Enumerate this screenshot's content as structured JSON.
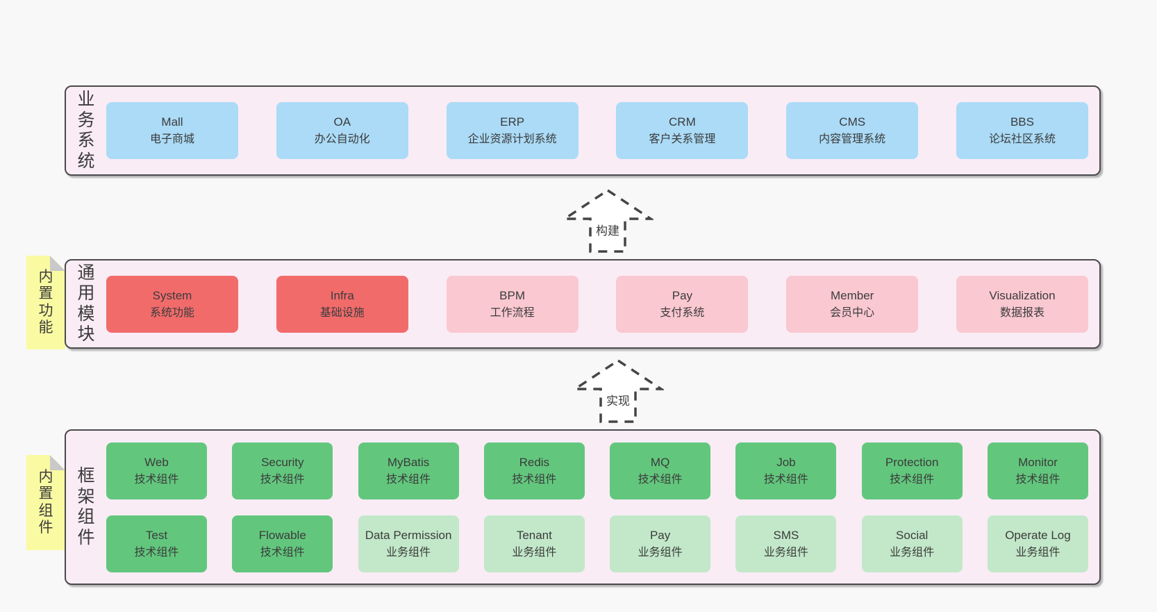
{
  "page": {
    "background": "#f8f8f8"
  },
  "colors": {
    "panel_background": "#f9ecf5",
    "panel_border": "#4a4a4a",
    "business_box_blue": "#abdbf7",
    "core_module_red": "#f26b6b",
    "optional_module_pink": "#fac8d1",
    "tech_component_green": "#62c77d",
    "biz_component_green_light": "#c2e8c9",
    "sticky_yellow": "#fafaa2",
    "sticky_fold_gray": "#c9c9c9",
    "text": "#3b3b3b"
  },
  "sections": {
    "business": {
      "label": "业务系统",
      "items": [
        {
          "name": "Mall",
          "subtitle": "电子商城"
        },
        {
          "name": "OA",
          "subtitle": "办公自动化"
        },
        {
          "name": "ERP",
          "subtitle": "企业资源计划系统"
        },
        {
          "name": "CRM",
          "subtitle": "客户关系管理"
        },
        {
          "name": "CMS",
          "subtitle": "内容管理系统"
        },
        {
          "name": "BBS",
          "subtitle": "论坛社区系统"
        }
      ]
    },
    "arrow_build": {
      "label": "构建"
    },
    "modules": {
      "label": "通用模块",
      "sticky": "内置功能",
      "items": [
        {
          "name": "System",
          "subtitle": "系统功能"
        },
        {
          "name": "Infra",
          "subtitle": "基础设施"
        },
        {
          "name": "BPM",
          "subtitle": "工作流程"
        },
        {
          "name": "Pay",
          "subtitle": "支付系统"
        },
        {
          "name": "Member",
          "subtitle": "会员中心"
        },
        {
          "name": "Visualization",
          "subtitle": "数据报表"
        }
      ]
    },
    "arrow_implement": {
      "label": "实现"
    },
    "components": {
      "label": "框架组件",
      "sticky": "内置组件",
      "row1": [
        {
          "name": "Web",
          "subtitle": "技术组件"
        },
        {
          "name": "Security",
          "subtitle": "技术组件"
        },
        {
          "name": "MyBatis",
          "subtitle": "技术组件"
        },
        {
          "name": "Redis",
          "subtitle": "技术组件"
        },
        {
          "name": "MQ",
          "subtitle": "技术组件"
        },
        {
          "name": "Job",
          "subtitle": "技术组件"
        },
        {
          "name": "Protection",
          "subtitle": "技术组件"
        },
        {
          "name": "Monitor",
          "subtitle": "技术组件"
        }
      ],
      "row2": [
        {
          "name": "Test",
          "subtitle": "技术组件"
        },
        {
          "name": "Flowable",
          "subtitle": "技术组件"
        },
        {
          "name": "Data Permission",
          "subtitle": "业务组件"
        },
        {
          "name": "Tenant",
          "subtitle": "业务组件"
        },
        {
          "name": "Pay",
          "subtitle": "业务组件"
        },
        {
          "name": "SMS",
          "subtitle": "业务组件"
        },
        {
          "name": "Social",
          "subtitle": "业务组件"
        },
        {
          "name": "Operate Log",
          "subtitle": "业务组件"
        }
      ]
    }
  }
}
